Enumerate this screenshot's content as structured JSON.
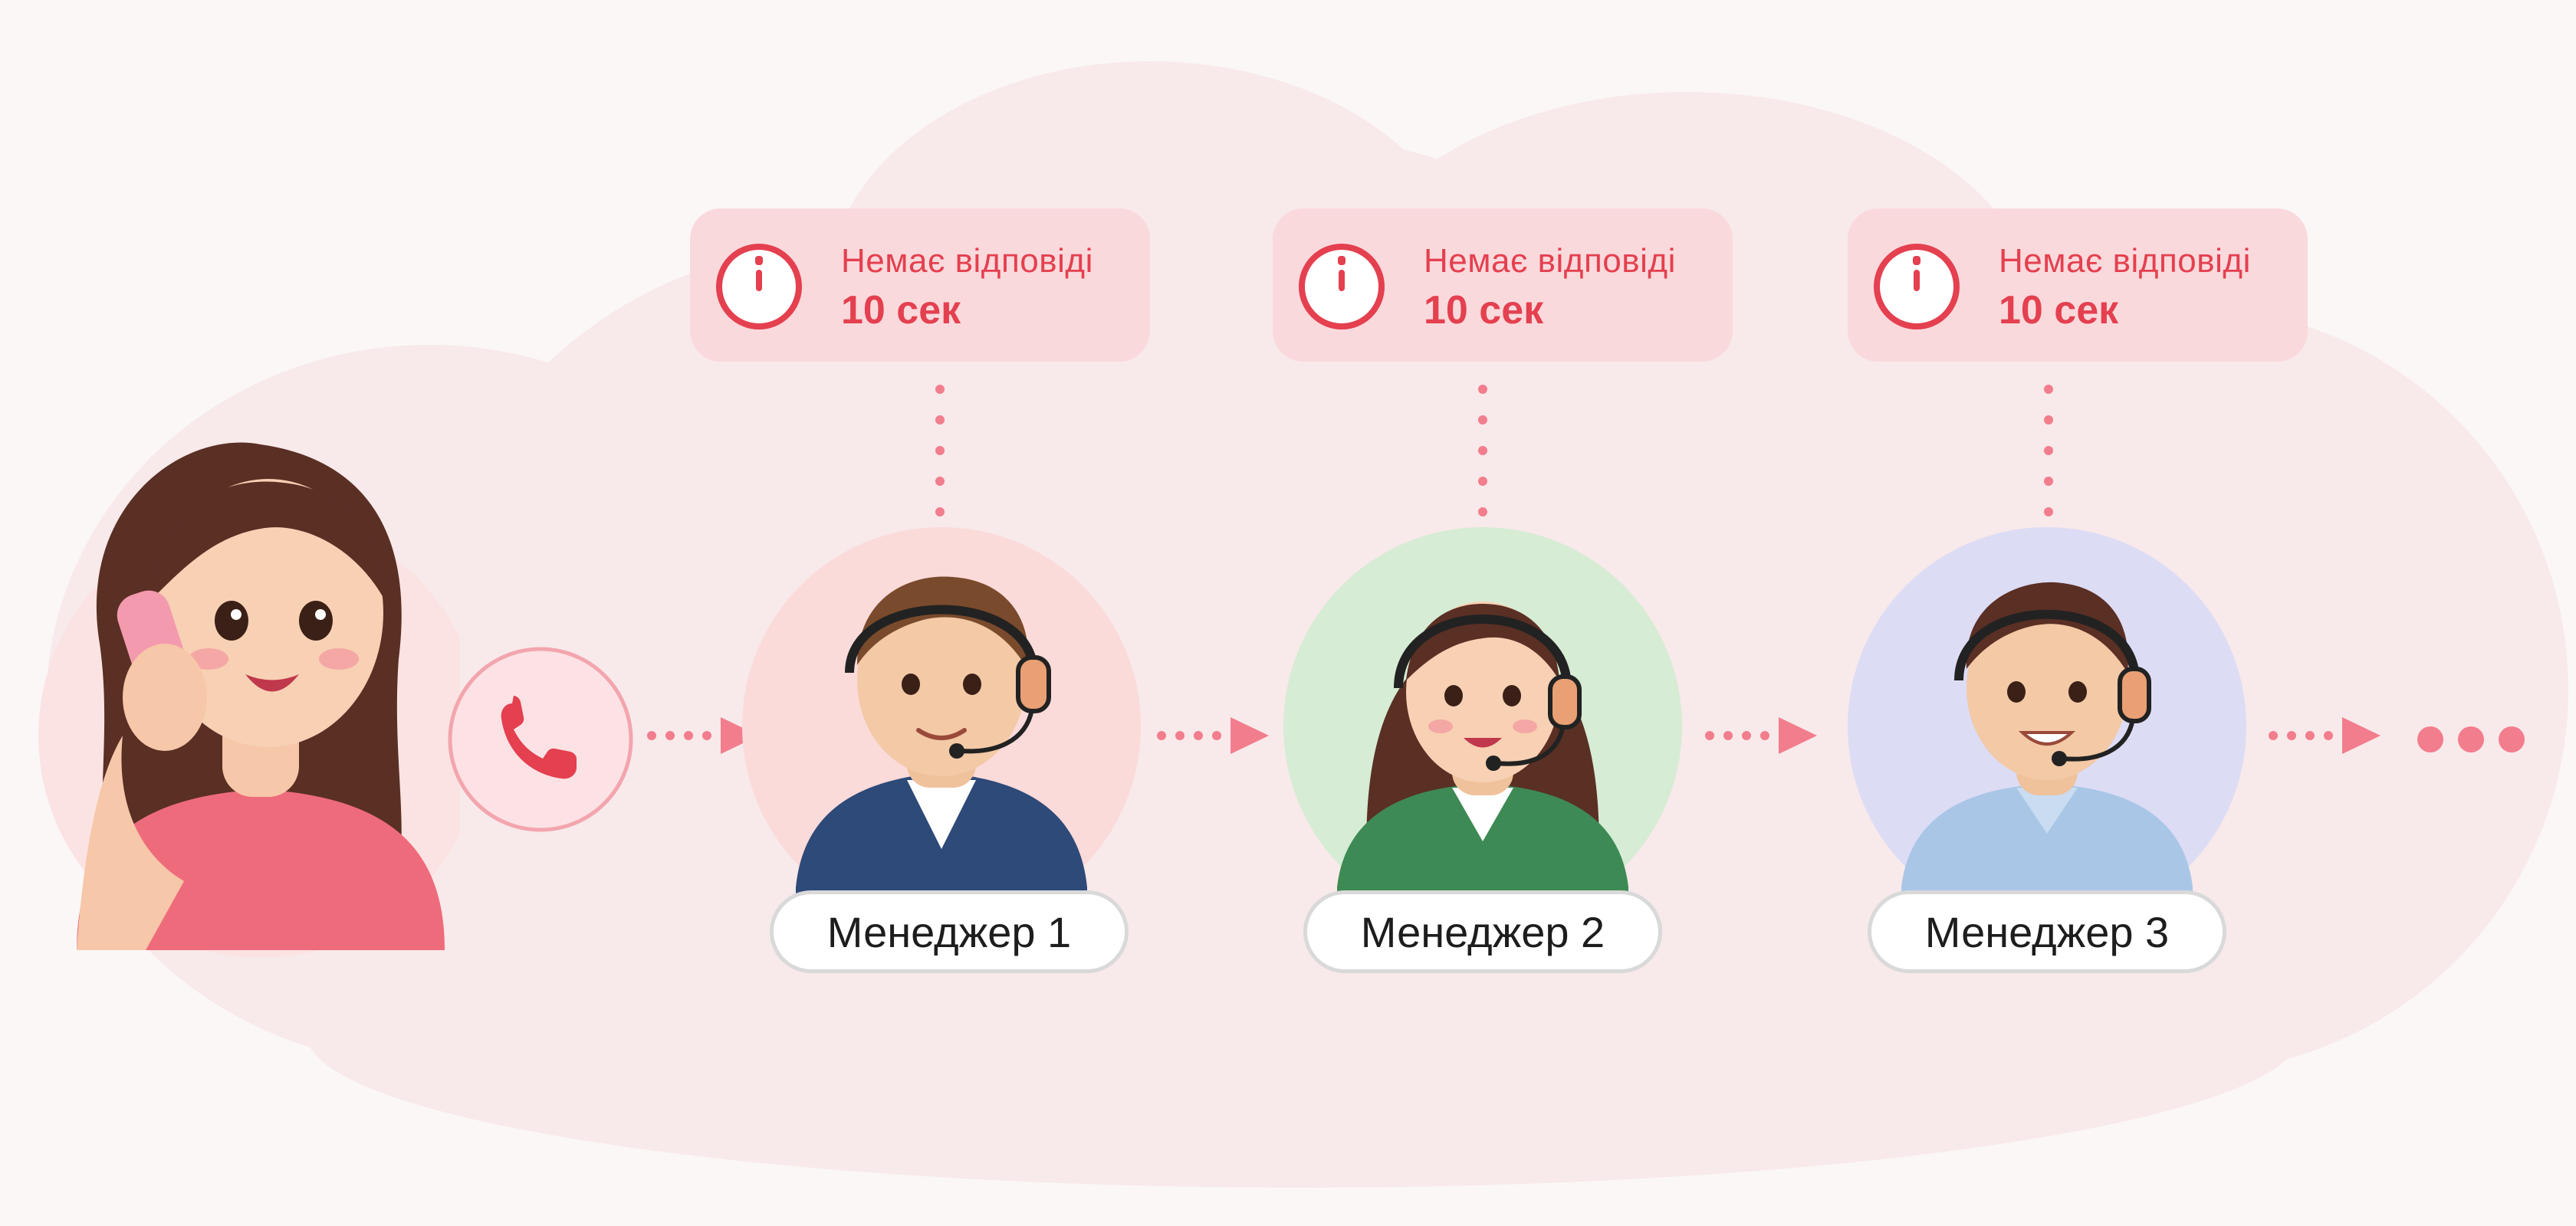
{
  "colors": {
    "accent": "#e4404f",
    "card_bg": "#fad9dc",
    "background": "#fbf7f7",
    "manager1_circle": "#fbdada",
    "manager2_circle": "#d6ecd4",
    "manager3_circle": "#dcdcf5"
  },
  "caller": {
    "icon": "phone-icon"
  },
  "steps": [
    {
      "status": "Немає відповіді",
      "timeout": "10 сек",
      "label": "Менеджер 1",
      "icon": "timer-icon"
    },
    {
      "status": "Немає відповіді",
      "timeout": "10 сек",
      "label": "Менеджер 2",
      "icon": "timer-icon"
    },
    {
      "status": "Немає відповіді",
      "timeout": "10 сек",
      "label": "Менеджер 3",
      "icon": "timer-icon"
    }
  ]
}
